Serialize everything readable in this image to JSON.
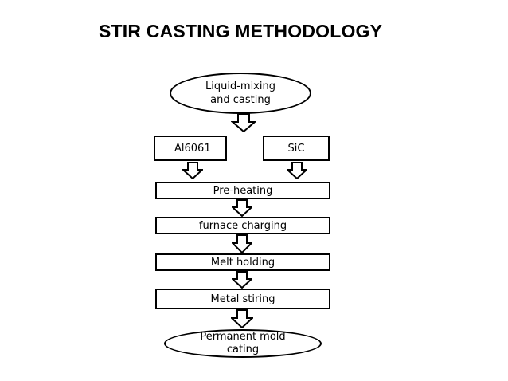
{
  "title": "STIR CASTING METHODOLOGY",
  "nodes": {
    "start": "Liquid-mixing\nand casting",
    "al6061": "Al6061",
    "sic": "SiC",
    "preheating": "Pre-heating",
    "furnace": "furnace charging",
    "melt": "Melt holding",
    "stirring": "Metal stiring",
    "end": "Permanent mold\ncating"
  },
  "colors": {
    "stroke": "#000000",
    "fill": "#ffffff"
  },
  "icons": {
    "arrow": "block-arrow-down"
  }
}
